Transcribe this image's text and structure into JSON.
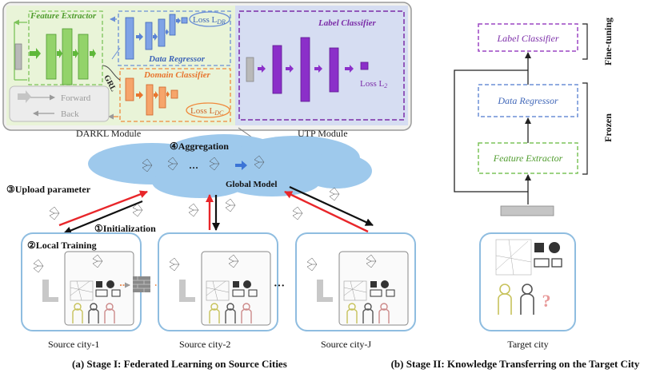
{
  "darkl": {
    "feature_extractor": "Feature Extractor",
    "loss_dr": "Loss L",
    "loss_dr_sub": "DR",
    "data_regressor": "Data Regressor",
    "grl": "GRL",
    "domain_classifier": "Domain Classifier",
    "loss_dc": "Loss L",
    "loss_dc_sub": "DC",
    "forward": "Forward",
    "back": "Back",
    "module_label": "DARKL  Module"
  },
  "utp": {
    "label_classifier": "Label Classifier",
    "loss": "Loss L",
    "loss_sub": "2",
    "module_label": "UTP Module"
  },
  "stage1": {
    "aggregation": "④Aggregation",
    "global_model": "Global Model",
    "ellipsis_mid": "···",
    "upload_parameter": "③Upload parameter",
    "initialization": "①Initialization",
    "local_training": "②Local Training",
    "cities_ellipsis": "···",
    "cities": [
      "Source city-1",
      "Source city-2",
      "Source city-J"
    ],
    "caption": "(a) Stage I: Federated Learning on Source Cities"
  },
  "stage2": {
    "label_classifier": "Label Classifier",
    "data_regressor": "Data Regressor",
    "feature_extractor": "Feature Extractor",
    "fine_tuning": "Fine-tuning",
    "frozen": "Frozen",
    "target_city": "Target city",
    "question": "?",
    "caption": "(b) Stage II: Knowledge Transferring on the Target City"
  }
}
